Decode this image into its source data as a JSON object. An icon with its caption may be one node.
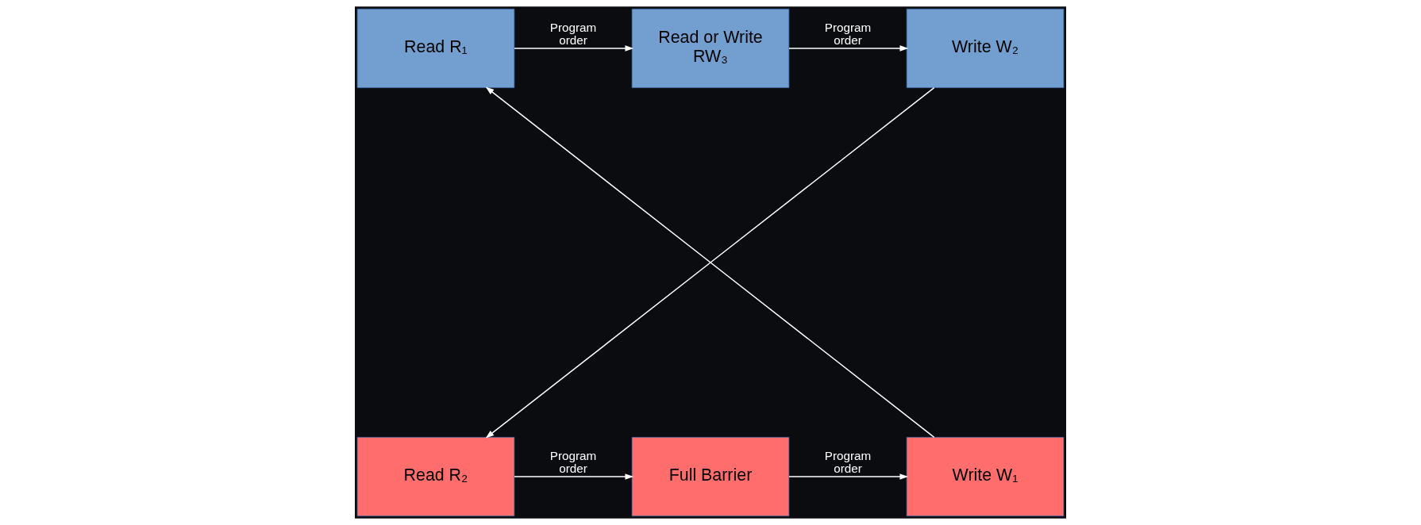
{
  "diagram": {
    "nodes": [
      {
        "text": [
          "Read R₁"
        ]
      },
      {
        "text": [
          "Read or Write RW₃"
        ]
      },
      {
        "text": [
          "Write W₂"
        ]
      },
      {
        "text": [
          "Read R₂"
        ]
      },
      {
        "text": [
          "Full Barrier"
        ]
      },
      {
        "text": [
          "Write W₁"
        ]
      }
    ],
    "edges": [
      {
        "from": 0,
        "to": 1,
        "arrow": "to",
        "label": "Program order"
      },
      {
        "from": 1,
        "to": 2,
        "arrow": "to",
        "label": "Program order"
      },
      {
        "from": 5,
        "to": 0,
        "arrow": "to"
      },
      {
        "from": 2,
        "to": 3,
        "arrow": "to"
      },
      {
        "from": 3,
        "to": 4,
        "arrow": "to",
        "label": "Program order"
      },
      {
        "from": 4,
        "to": 5,
        "arrow": "to",
        "label": "Program order"
      }
    ]
  }
}
